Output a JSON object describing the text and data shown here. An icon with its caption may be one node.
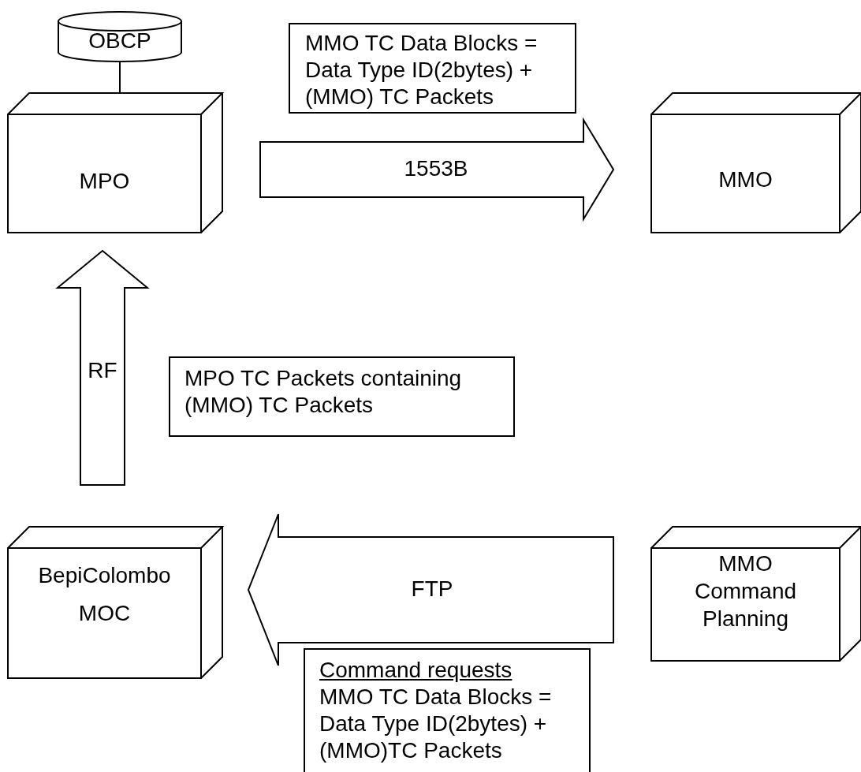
{
  "diagram": {
    "nodes": [
      {
        "text": [
          "OBCP"
        ]
      },
      {
        "text": [
          "MPO"
        ]
      },
      {
        "text": [
          "MMO TC Data Blocks = Data Type ID(2bytes) +(MMO) TC Packets"
        ]
      },
      {
        "text": [
          "MMO"
        ]
      },
      {
        "text": [
          "MPO TC Packets containing (MMO) TC Packets"
        ]
      },
      {
        "text": [
          "BepiColombo",
          "MOC"
        ]
      },
      {
        "text": [
          "MMO Command Planning"
        ]
      },
      {
        "text": [
          "Command requests",
          "MMO TC Data Blocks = Data Type ID(2bytes) + (MMO)TC Packets"
        ]
      }
    ],
    "edges": [
      {
        "from": 0,
        "to": 1,
        "arrow": "none"
      },
      {
        "from": 1,
        "to": 3,
        "arrow": "to",
        "label": "1553B",
        "style": "thick"
      },
      {
        "from": 5,
        "to": 1,
        "arrow": "to",
        "label": "RF",
        "style": "thick"
      },
      {
        "from": 6,
        "to": 5,
        "arrow": "to",
        "label": "FTP",
        "style": "thick"
      }
    ]
  }
}
